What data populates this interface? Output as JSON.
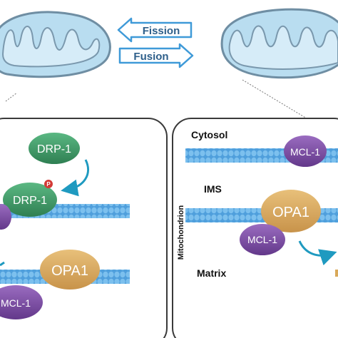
{
  "arrows": {
    "fission": "Fission",
    "fusion": "Fusion"
  },
  "left_panel": {
    "drp1_free": "DRP-1",
    "drp1_bound": "DRP-1",
    "phospho_badge": "P",
    "opa1": "OPA1",
    "mcl1": "MCL-1"
  },
  "right_panel": {
    "cytosol": "Cytosol",
    "ims": "IMS",
    "matrix": "Matrix",
    "mitochondrion": "Mitochondrion",
    "mcl1_outer": "MCL-1",
    "opa1": "OPA1",
    "mcl1_inner": "MCL-1"
  },
  "colors": {
    "mito_fill": "#b9ddf0",
    "mito_stroke": "#6f8ea3",
    "arrow_fill": "#ffffff",
    "arrow_stroke": "#3f9ad8",
    "arrow_text": "#2e5f8a",
    "drp1": "#3f9966",
    "opa1": "#d9a95a",
    "mcl1": "#7d4ea1",
    "membrane": "#5aa8e0",
    "membrane_dark": "#2f79bd",
    "curve_arrow": "#1f9ac0",
    "phospho": "#d23a36"
  },
  "icons": [
    "mitochondrion-icon",
    "fission-arrow-icon",
    "fusion-arrow-icon",
    "curved-arrow-icon"
  ]
}
